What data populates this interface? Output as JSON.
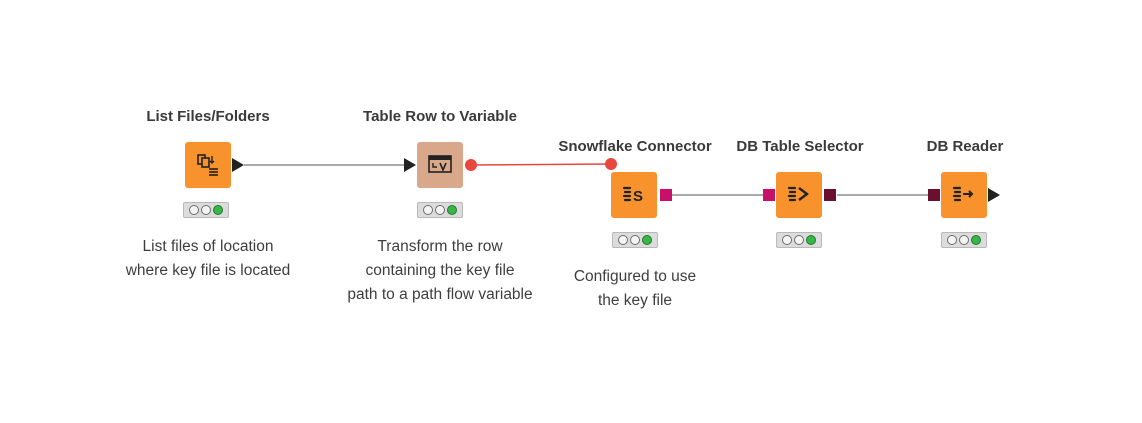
{
  "colors": {
    "node_orange": "#f7922c",
    "node_tan": "#d9a88a",
    "db_port": "#c8106a",
    "db_port_dark": "#6b0f2f",
    "flow_variable": "#e8473e",
    "status_ok": "#39b54a"
  },
  "nodes": [
    {
      "title": "List Files/Folders",
      "icon": "list-files-icon",
      "description": [
        "List files of location",
        "where key file is located"
      ],
      "status": [
        "idle",
        "idle",
        "executed"
      ]
    },
    {
      "title": "Table Row to Variable",
      "icon": "table-row-to-variable-icon",
      "description": [
        "Transform the row",
        "containing the key file",
        "path to a path flow variable"
      ],
      "status": [
        "idle",
        "idle",
        "executed"
      ]
    },
    {
      "title": "Snowflake Connector",
      "icon": "snowflake-connector-icon",
      "description": [
        "Configured to use",
        "the key file"
      ],
      "status": [
        "idle",
        "idle",
        "executed"
      ]
    },
    {
      "title": "DB Table Selector",
      "icon": "db-table-selector-icon",
      "description": [],
      "status": [
        "idle",
        "idle",
        "executed"
      ]
    },
    {
      "title": "DB Reader",
      "icon": "db-reader-icon",
      "description": [],
      "status": [
        "idle",
        "idle",
        "executed"
      ]
    }
  ]
}
